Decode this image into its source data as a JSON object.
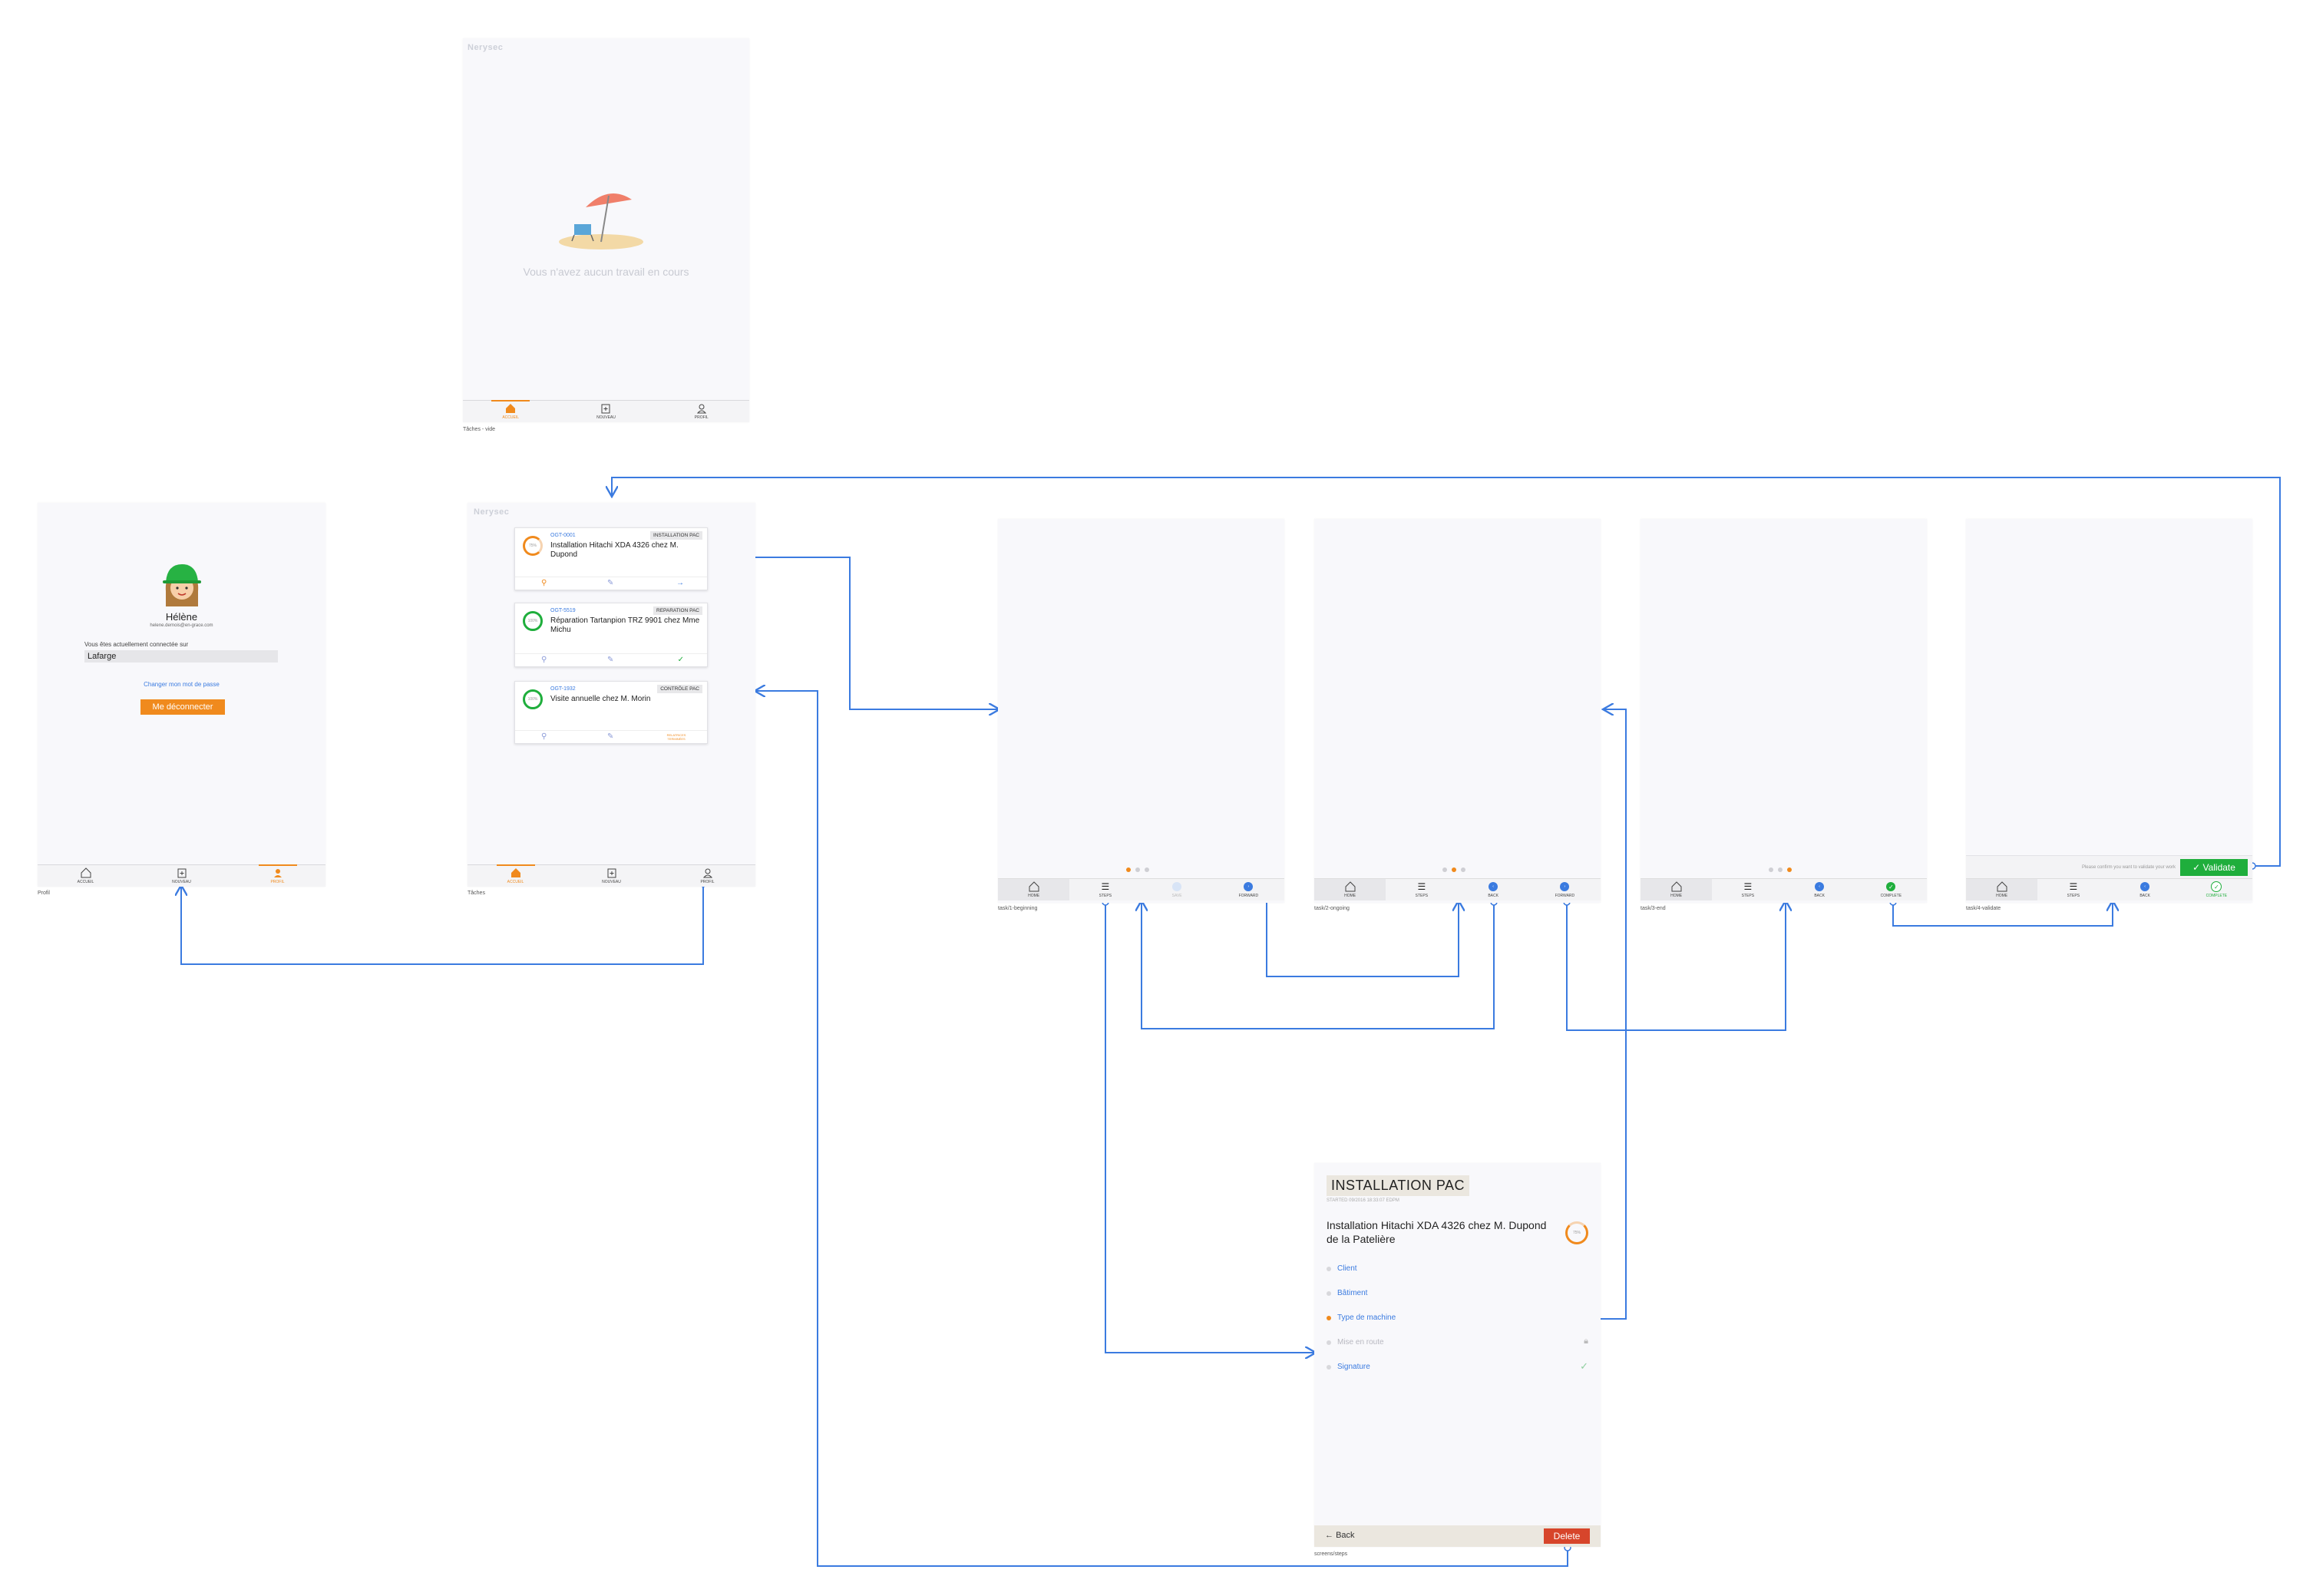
{
  "brand": {
    "logo_text": "Nerysec"
  },
  "screens": {
    "taches_vide": {
      "caption": "Tâches - vide",
      "empty_message": "Vous n'avez aucun travail en cours",
      "tabs": [
        "ACCUEIL",
        "NOUVEAU",
        "PROFIL"
      ]
    },
    "profil": {
      "caption": "Profil",
      "user_name": "Hélène",
      "user_email": "helene.dernois@en-grace.com",
      "connected_label": "Vous êtes actuellement connectée sur",
      "company_value": "Lafarge",
      "change_password_link": "Changer mon mot de passe",
      "logout_button": "Me déconnecter",
      "tabs": [
        "ACCUEIL",
        "NOUVEAU",
        "PROFIL"
      ]
    },
    "taches": {
      "caption": "Tâches",
      "tabs": [
        "ACCUEIL",
        "NOUVEAU",
        "PROFIL"
      ],
      "cards": [
        {
          "code": "OGT-0001",
          "tag": "INSTALLATION PAC",
          "title": "Installation Hitachi XDA 4326 chez M. Dupond",
          "ring_color": "#f08a1d"
        },
        {
          "code": "OGT-5519",
          "tag": "REPARATION PAC",
          "title": "Réparation Tartanpion TRZ 9901 chez Mme Michu",
          "ring_color": "#1fae3c"
        },
        {
          "code": "OGT-1932",
          "tag": "CONTRÔLE PAC",
          "title": "Visite annuelle chez M. Morin",
          "ring_color": "#1fae3c",
          "action_text": "RELATRICES TERMINÉES"
        }
      ]
    },
    "task_steps": [
      {
        "caption": "task/1-beginning",
        "active_dot": 0,
        "tabs": [
          "HOME",
          "STEPS",
          "SAVE",
          "FORWARD"
        ]
      },
      {
        "caption": "task/2-ongoing",
        "active_dot": 1,
        "tabs": [
          "HOME",
          "STEPS",
          "BACK",
          "FORWARD"
        ]
      },
      {
        "caption": "task/3-end",
        "active_dot": 2,
        "tabs": [
          "HOME",
          "STEPS",
          "BACK",
          "COMPLETE"
        ]
      },
      {
        "caption": "task/4-validate",
        "tabs": [
          "HOME",
          "STEPS",
          "BACK",
          "COMPLETE"
        ],
        "confirm_text": "Please confirm you want to validate your work",
        "validate_button": "Validate"
      }
    ],
    "steps": {
      "caption": "screens/steps",
      "tag": "INSTALLATION PAC",
      "date": "STARTED 09/2016 18:33:07 EDPM",
      "title": "Installation Hitachi XDA 4326 chez M. Dupond de la Patelière",
      "items": [
        {
          "label": "Client",
          "state": "normal"
        },
        {
          "label": "Bâtiment",
          "state": "normal"
        },
        {
          "label": "Type de machine",
          "state": "current"
        },
        {
          "label": "Mise en route",
          "state": "locked"
        },
        {
          "label": "Signature",
          "state": "done"
        }
      ],
      "back_label": "Back",
      "delete_button": "Delete"
    }
  },
  "colors": {
    "accent": "#f08a1d",
    "link": "#3b7be0",
    "wire": "#3b7be0",
    "success": "#1fae3c",
    "danger": "#d7452b"
  }
}
